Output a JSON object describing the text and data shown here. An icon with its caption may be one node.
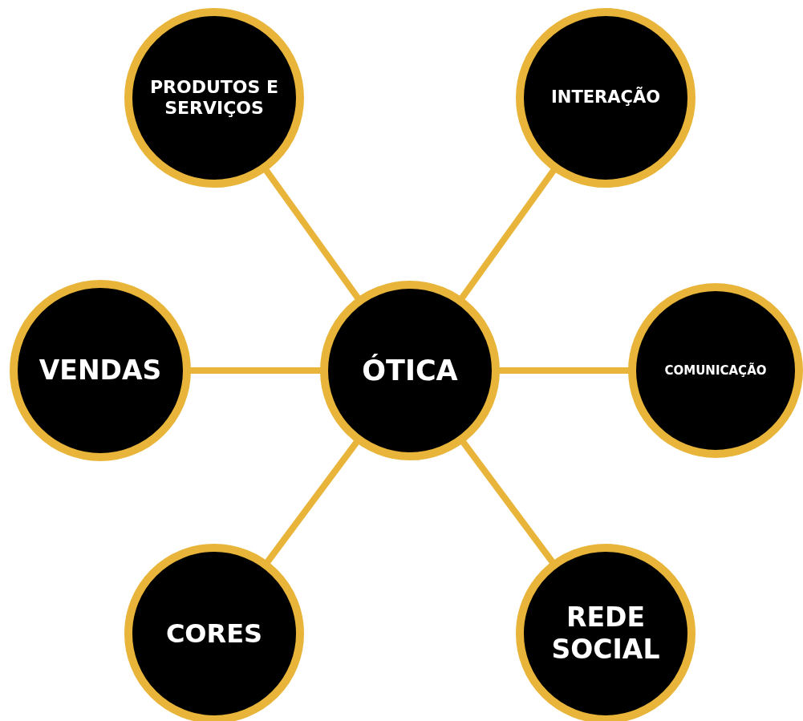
{
  "diagram": {
    "nodes": [
      {
        "text": [
          "PRODUTOS E SERVIÇOS"
        ]
      },
      {
        "text": [
          "INTERAÇÃO"
        ]
      },
      {
        "text": [
          "VENDAS"
        ]
      },
      {
        "text": [
          "ÓTICA"
        ]
      },
      {
        "text": [
          "COMUNICAÇÃO"
        ]
      },
      {
        "text": [
          "CORES"
        ]
      },
      {
        "text": [
          "REDE SOCIAL"
        ]
      }
    ],
    "edges": [
      {
        "from": 3,
        "to": 0,
        "arrow": "none"
      },
      {
        "from": 3,
        "to": 1,
        "arrow": "none"
      },
      {
        "from": 3,
        "to": 2,
        "arrow": "none"
      },
      {
        "from": 3,
        "to": 4,
        "arrow": "none"
      },
      {
        "from": 3,
        "to": 5,
        "arrow": "none"
      },
      {
        "from": 3,
        "to": 6,
        "arrow": "none"
      }
    ]
  }
}
